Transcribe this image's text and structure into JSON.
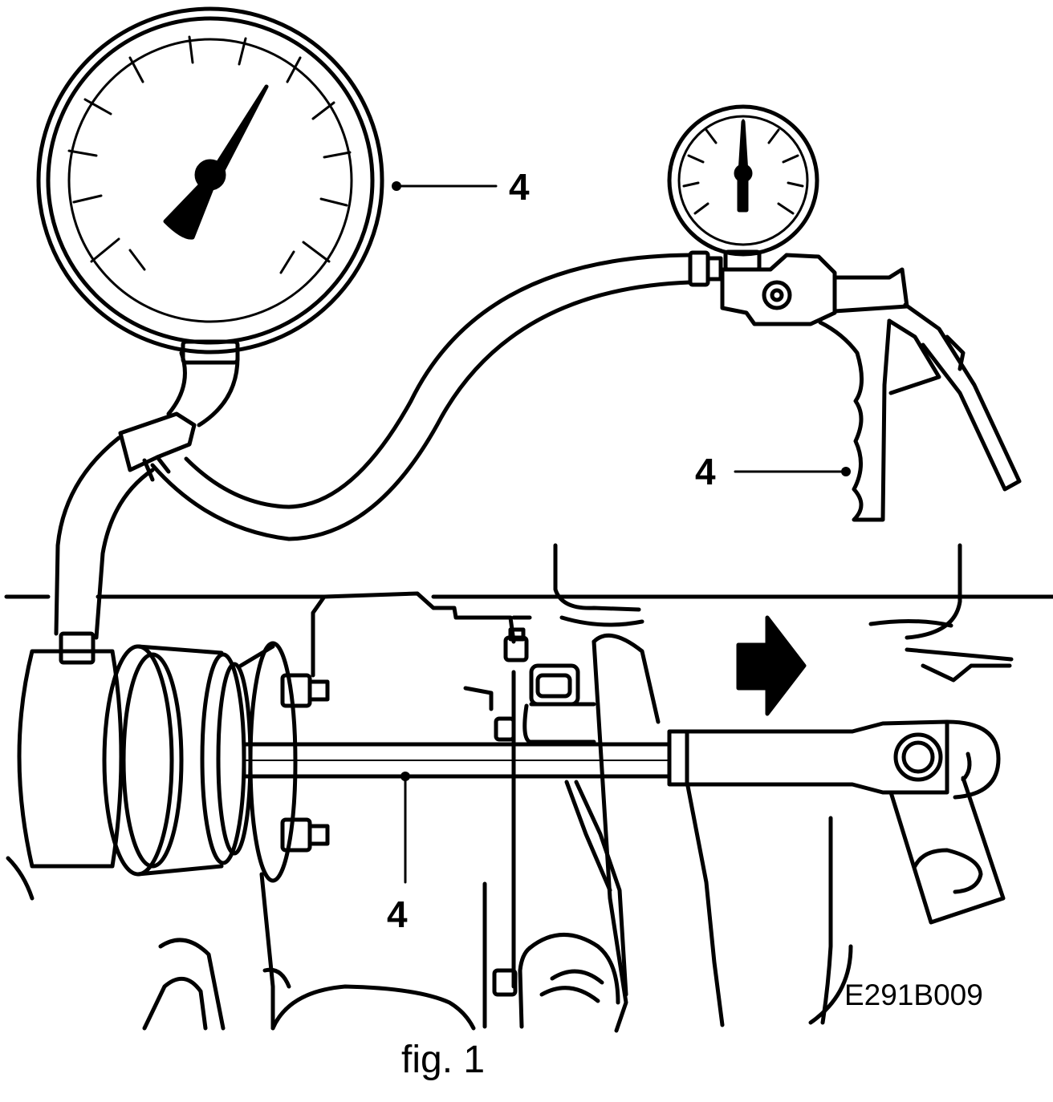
{
  "callouts": {
    "vacuum_gauge": "4",
    "vacuum_pump_handle": "4",
    "rod": "4"
  },
  "reference_code": "E291B009",
  "caption": "fig. 1",
  "colors": {
    "ink": "#000000",
    "paper": "#ffffff"
  }
}
